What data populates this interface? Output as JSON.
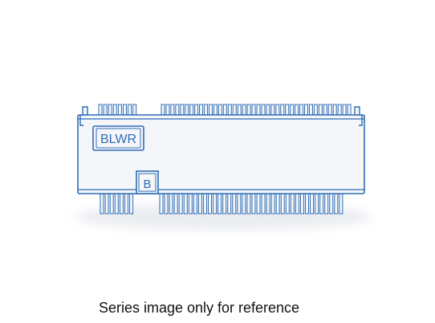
{
  "product_image": {
    "marking_label": "BLWR",
    "key_label": "B",
    "outline_color": "#2f6db5",
    "body_color": "#f4f6f9"
  },
  "caption": {
    "text": "Series image only for reference"
  }
}
